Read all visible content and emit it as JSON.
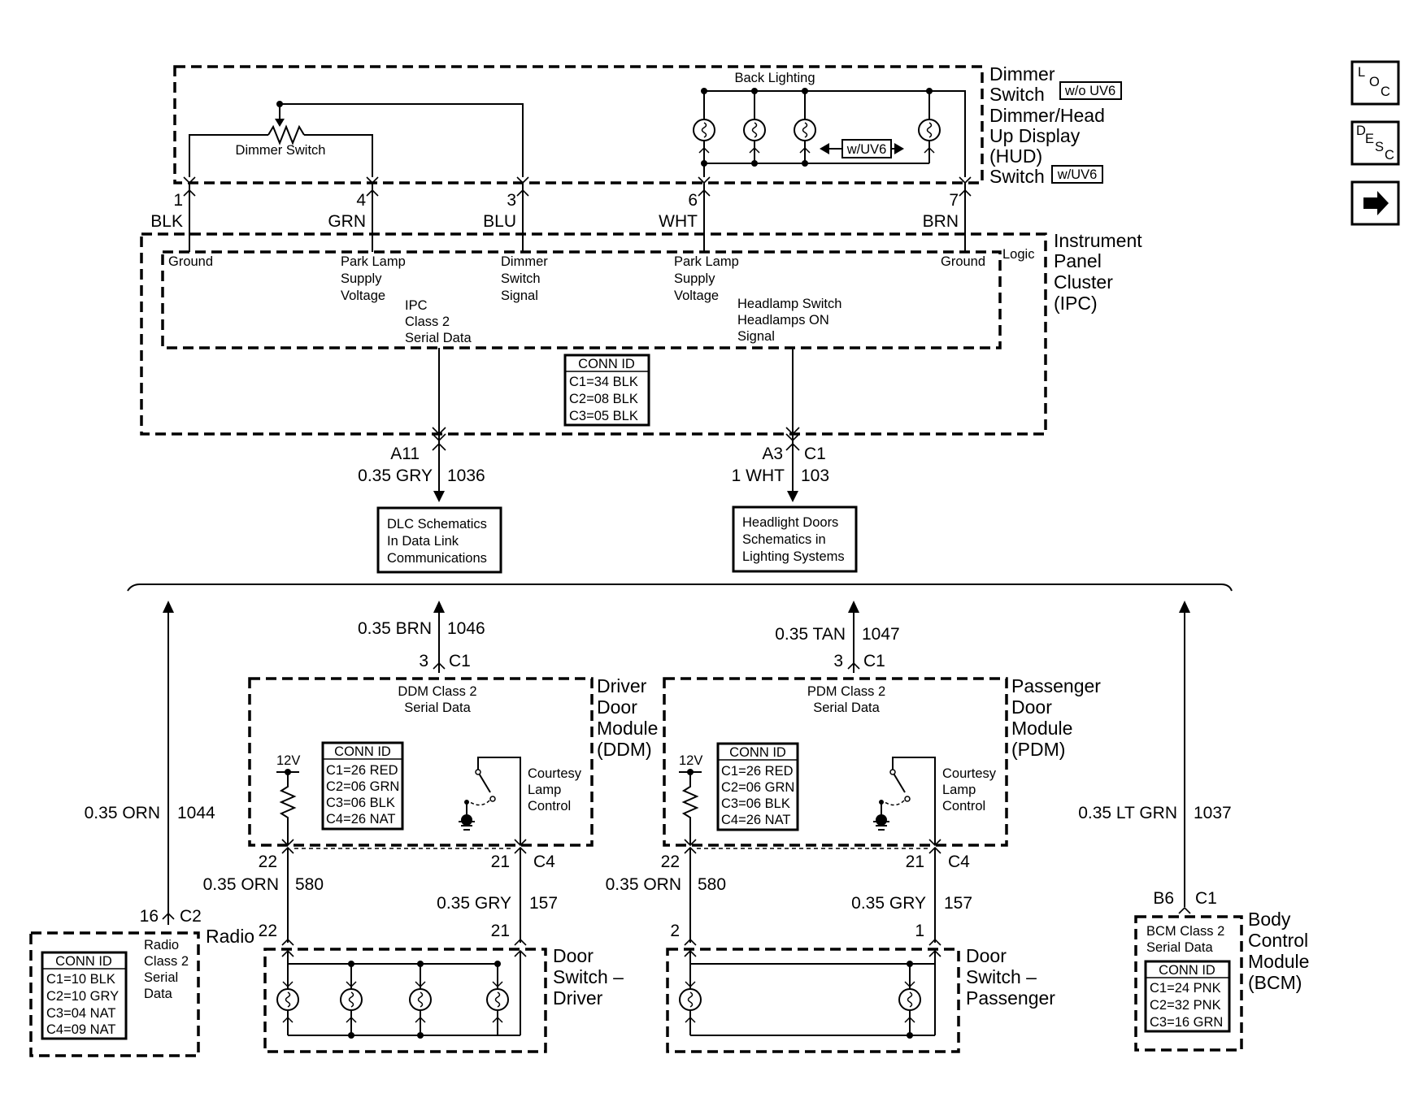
{
  "dimmer": {
    "title_1": "Dimmer",
    "title_2": "Switch",
    "tag_1": "w/o UV6",
    "title_3": "Dimmer/Head",
    "title_4": "Up Display",
    "title_5": "(HUD)",
    "title_6": "Switch",
    "tag_2": "w/UV6",
    "back_lighting": "Back Lighting",
    "dimmer_switch": "Dimmer Switch",
    "mid_tag": "w/UV6"
  },
  "ipc_pins": [
    {
      "num": "1",
      "color": "BLK",
      "label": [
        "Ground"
      ]
    },
    {
      "num": "4",
      "color": "GRN",
      "label": [
        "Park Lamp",
        "Supply",
        "Voltage"
      ]
    },
    {
      "num": "3",
      "color": "BLU",
      "label": [
        "Dimmer",
        "Switch",
        "Signal"
      ]
    },
    {
      "num": "6",
      "color": "WHT",
      "label": [
        "Park Lamp",
        "Supply",
        "Voltage"
      ]
    },
    {
      "num": "7",
      "color": "BRN",
      "label": [
        "Ground"
      ]
    }
  ],
  "ipc": {
    "title": [
      "Instrument",
      "Panel",
      "Cluster",
      "(IPC)"
    ],
    "logic": "Logic",
    "serial_label": [
      "IPC",
      "Class 2",
      "Serial Data"
    ],
    "headlamp_label": [
      "Headlamp Switch",
      "Headlamps ON",
      "Signal"
    ],
    "conn_title": "CONN ID",
    "conn": [
      "C1=34 BLK",
      "C2=08 BLK",
      "C3=05 BLK"
    ]
  },
  "ipc_out": {
    "left_pin": "A11",
    "left_wire": "0.35 GRY",
    "left_circuit": "1036",
    "right_pin": "A3",
    "right_conn": "C1",
    "right_wire": "1 WHT",
    "right_circuit": "103"
  },
  "refs": {
    "dlc": [
      "DLC Schematics",
      "In Data Link",
      "Communications"
    ],
    "headlight": [
      "Headlight Doors",
      "Schematics in",
      "Lighting Systems"
    ]
  },
  "ddm": {
    "wire_up": "0.35 BRN",
    "circuit_up": "1046",
    "pin_up": "3",
    "conn_up": "C1",
    "serial": [
      "DDM Class 2",
      "Serial Data"
    ],
    "title": [
      "Driver",
      "Door",
      "Module",
      "(DDM)"
    ],
    "supply": "12V",
    "conn_title": "CONN ID",
    "conn": [
      "C1=26 RED",
      "C2=06 GRN",
      "C3=06 BLK",
      "C4=26 NAT"
    ],
    "courtesy": [
      "Courtesy",
      "Lamp",
      "Control"
    ],
    "pin_left": "22",
    "pin_right": "21",
    "conn_right": "C4",
    "wire_left": "0.35 ORN",
    "circuit_left": "580",
    "wire_right": "0.35 GRY",
    "circuit_right": "157"
  },
  "pdm": {
    "wire_up": "0.35 TAN",
    "circuit_up": "1047",
    "pin_up": "3",
    "conn_up": "C1",
    "serial": [
      "PDM Class 2",
      "Serial Data"
    ],
    "title": [
      "Passenger",
      "Door",
      "Module",
      "(PDM)"
    ],
    "supply": "12V",
    "conn_title": "CONN ID",
    "conn": [
      "C1=26 RED",
      "C2=06 GRN",
      "C3=06 BLK",
      "C4=26 NAT"
    ],
    "courtesy": [
      "Courtesy",
      "Lamp",
      "Control"
    ],
    "pin_left": "22",
    "pin_right": "21",
    "conn_right": "C4",
    "wire_left": "0.35 ORN",
    "circuit_left": "580",
    "wire_right": "0.35 GRY",
    "circuit_right": "157"
  },
  "radio": {
    "wire": "0.35 ORN",
    "circuit": "1044",
    "pin": "16",
    "conn": "C2",
    "title": "Radio",
    "label": [
      "Radio",
      "Class 2",
      "Serial",
      "Data"
    ],
    "conn_title": "CONN ID",
    "conns": [
      "C1=10 BLK",
      "C2=10 GRY",
      "C3=04 NAT",
      "C4=09 NAT"
    ]
  },
  "bcm": {
    "wire": "0.35 LT GRN",
    "circuit": "1037",
    "pin": "B6",
    "conn": "C1",
    "serial": [
      "BCM Class 2",
      "Serial Data"
    ],
    "title": [
      "Body",
      "Control",
      "Module",
      "(BCM)"
    ],
    "conn_title": "CONN ID",
    "conns": [
      "C1=24 PNK",
      "C2=32 PNK",
      "C3=16 GRN"
    ]
  },
  "door_driver": {
    "pin_left": "22",
    "pin_right": "21",
    "title": [
      "Door",
      "Switch –",
      "Driver"
    ]
  },
  "door_passenger": {
    "pin_left": "2",
    "pin_right": "1",
    "title": [
      "Door",
      "Switch –",
      "Passenger"
    ]
  },
  "nav": {
    "loc": [
      "L",
      "O",
      "C"
    ],
    "desc": [
      "D",
      "E",
      "S",
      "C"
    ],
    "next_icon": "right-arrow-icon"
  }
}
